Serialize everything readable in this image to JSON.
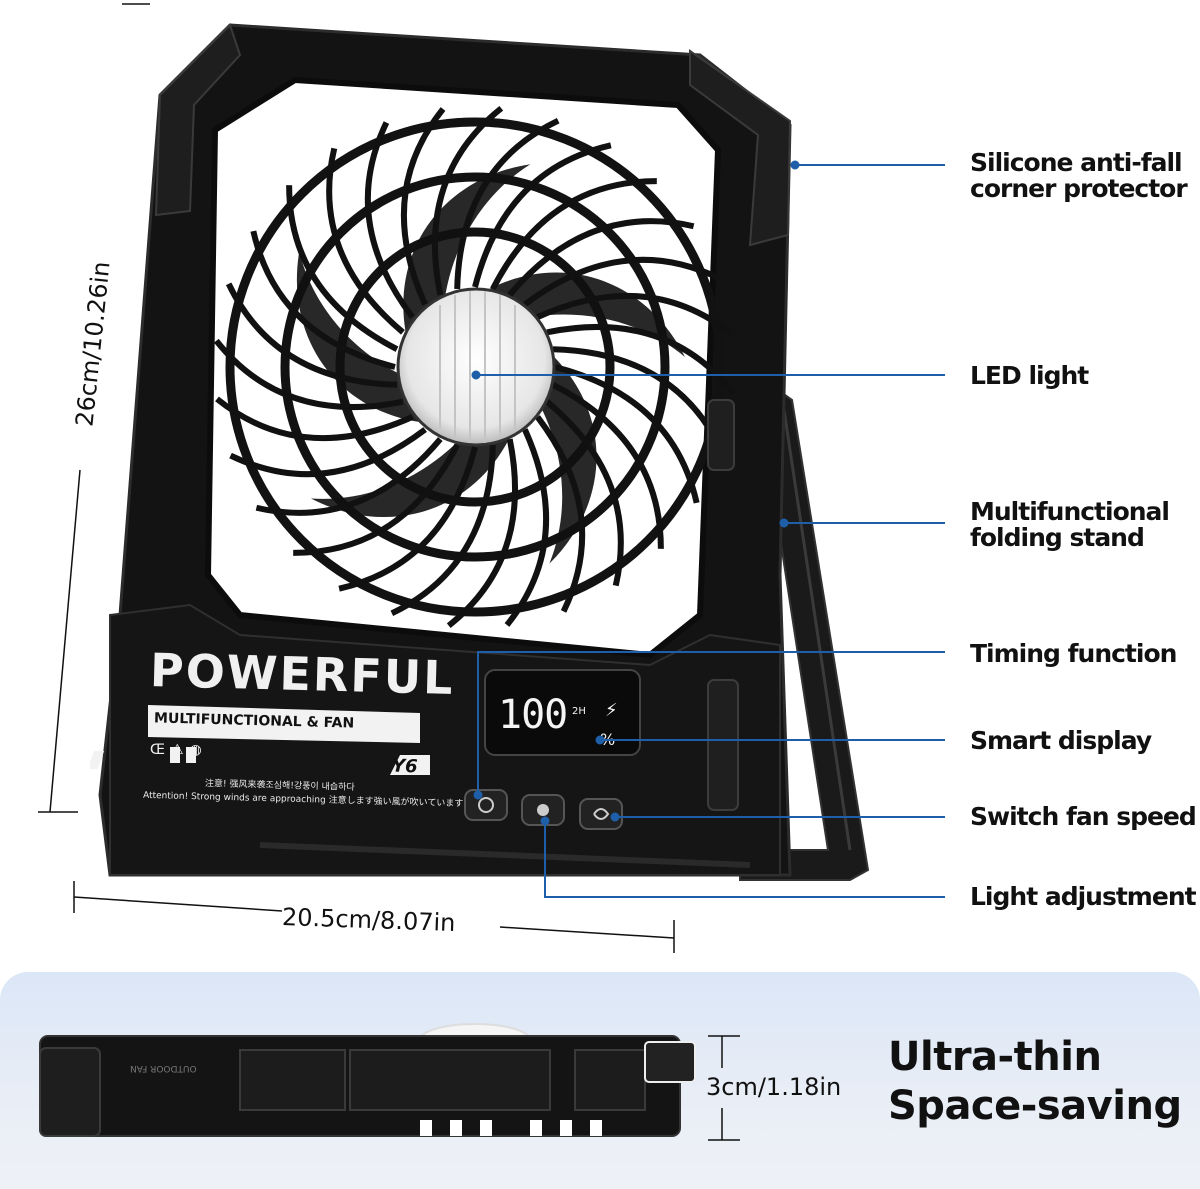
{
  "dimensions": {
    "height": "26cm/10.26in",
    "width": "20.5cm/8.07in",
    "thickness": "3cm/1.18in"
  },
  "callouts": [
    {
      "id": "corner",
      "lines": [
        "Silicone anti-fall",
        "corner protector"
      ]
    },
    {
      "id": "led",
      "lines": [
        "LED light"
      ]
    },
    {
      "id": "stand",
      "lines": [
        "Multifunctional",
        "folding stand"
      ]
    },
    {
      "id": "timing",
      "lines": [
        "Timing function"
      ]
    },
    {
      "id": "display",
      "lines": [
        "Smart display"
      ]
    },
    {
      "id": "speed",
      "lines": [
        "Switch fan speed"
      ]
    },
    {
      "id": "light",
      "lines": [
        "Light adjustment"
      ]
    }
  ],
  "product": {
    "brand_text": "POWERFUL",
    "subtitle": "MULTIFUNCTIONAL & FAN",
    "model": "Y6",
    "warning_cjk": "注意! 强风来袭조심해!강풍이 내습하다",
    "warning_en": "Attention! Strong winds are approaching 注意します強い風が吹いています",
    "display_value": "100",
    "display_timer": "2H",
    "display_percent": "%",
    "side_label": "OUTDOOR FAN"
  },
  "slogan": [
    "Ultra-thin",
    "Space-saving"
  ],
  "colors": {
    "accent_line": "#1f5ea8",
    "body": "#121212",
    "panel": "#e3eaf6"
  }
}
